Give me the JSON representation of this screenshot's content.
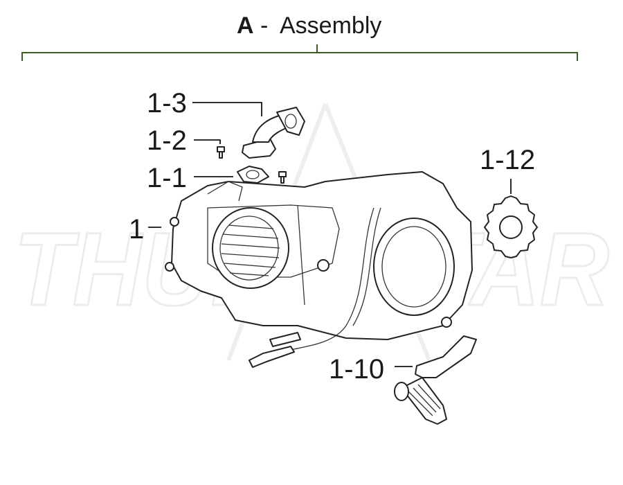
{
  "title": {
    "letter": "A",
    "separator": "-",
    "text": "Assembly"
  },
  "watermark": "THUMPSTAR",
  "bracket_color": "#3d5a25",
  "callouts": [
    {
      "id": "1-3",
      "label": "1-3",
      "part": "intake-manifold"
    },
    {
      "id": "1-2",
      "label": "1-2",
      "part": "bolt"
    },
    {
      "id": "1-1",
      "label": "1-1",
      "part": "gasket"
    },
    {
      "id": "1",
      "label": "1",
      "part": "engine"
    },
    {
      "id": "1-12",
      "label": "1-12",
      "part": "front-sprocket"
    },
    {
      "id": "1-10",
      "label": "1-10",
      "part": "kick-start-lever"
    }
  ]
}
